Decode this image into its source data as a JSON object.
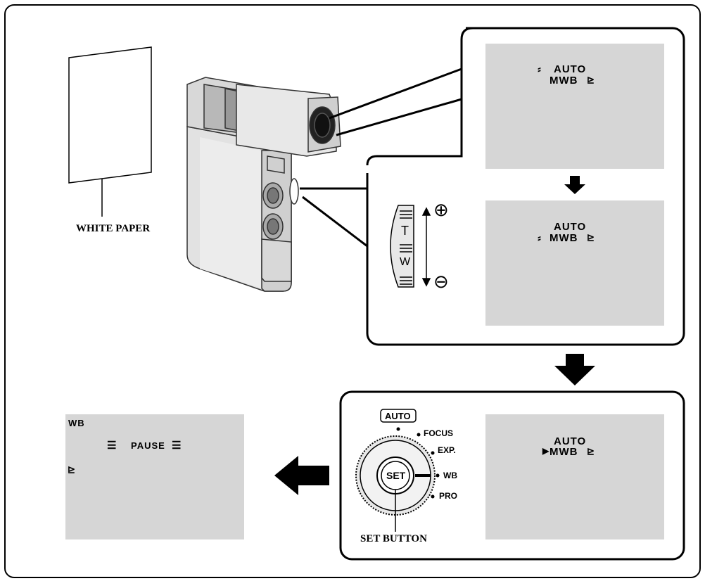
{
  "labels": {
    "white_paper": "WHITE PAPER",
    "set_button": "SET BUTTON"
  },
  "zoom": {
    "tele": "T",
    "wide": "W",
    "plus_symbol": "⊕",
    "minus_symbol": "⊖"
  },
  "screen1": {
    "line1": "AUTO",
    "line2": "MWB"
  },
  "screen2": {
    "line1": "AUTO",
    "line2": "MWB"
  },
  "screen3": {
    "line1": "AUTO",
    "line2": "MWB"
  },
  "screen4": {
    "top_label": "WB",
    "pause_text": "PAUSE"
  },
  "dial": {
    "auto": "AUTO",
    "focus": "FOCUS",
    "exp": "EXP.",
    "wb": "WB",
    "pro": "PRO",
    "set": "SET"
  },
  "colors": {
    "screen_bg": "#d6d6d6",
    "line": "#000000"
  }
}
